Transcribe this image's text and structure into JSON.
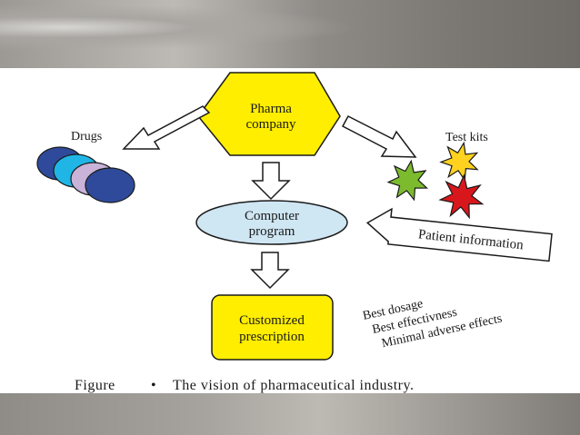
{
  "diagram": {
    "pharma_company": [
      "Pharma",
      "company"
    ],
    "drugs_label": "Drugs",
    "test_kits_label": "Test kits",
    "computer_program": [
      "Computer",
      "program"
    ],
    "patient_information": "Patient information",
    "customized_prescription": [
      "Customized",
      "prescription"
    ],
    "benefits": [
      "Best dosage",
      "Best effectivness",
      "Minimal adverse effects"
    ],
    "caption_prefix": "Figure",
    "caption_bullet": "•",
    "caption_text": "The vision of pharmaceutical industry."
  },
  "colors": {
    "yellow": "#ffee00",
    "ellipse_fill": "#cfe6f3",
    "drug_navy": "#2f4a9a",
    "drug_cyan": "#1fb6e6",
    "drug_lilac": "#c9b3d9",
    "star_green": "#7cbb2e",
    "star_yellow": "#ffd21f",
    "star_red": "#d8171d"
  }
}
